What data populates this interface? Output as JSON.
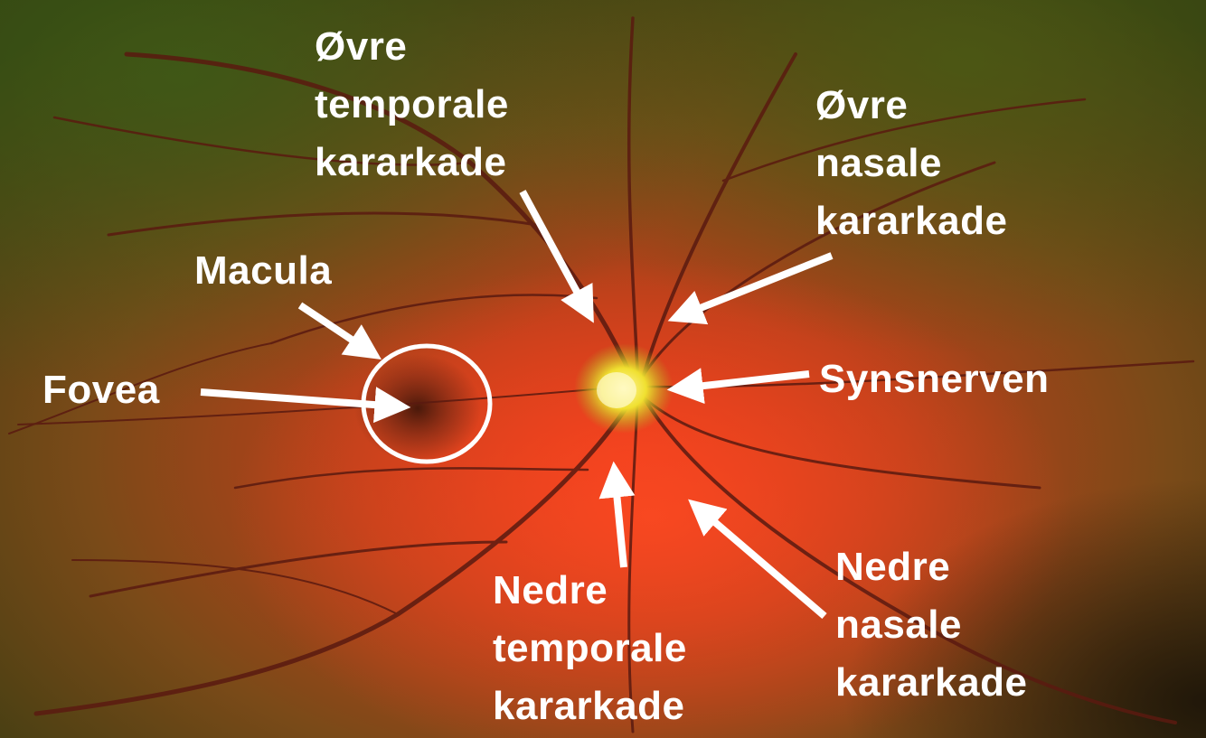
{
  "labels": {
    "upper_temporal": [
      "Øvre",
      "temporale",
      "kararkade"
    ],
    "upper_nasal": [
      "Øvre",
      "nasale",
      "kararkade"
    ],
    "macula": "Macula",
    "fovea": "Fovea",
    "optic_nerve": "Synsnerven",
    "lower_temporal": [
      "Nedre",
      "temporale",
      "kararkade"
    ],
    "lower_nasal": [
      "Nedre",
      "nasale",
      "kararkade"
    ]
  },
  "colors": {
    "label_text": "#ffffff",
    "arrow": "#ffffff",
    "fundus_red": "#d8341c",
    "fundus_green": "#3d4a14",
    "optic_disc": "#f4e83a",
    "vessel": "#5a1a10"
  }
}
